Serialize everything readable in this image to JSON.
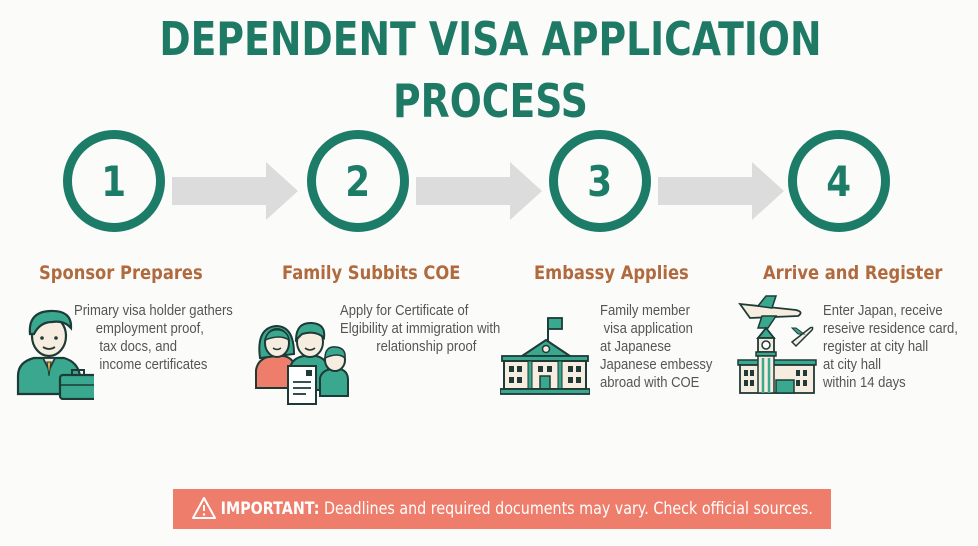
{
  "title": "DEPENDENT VISA APPLICATION PROCESS",
  "colors": {
    "accent": "#1c7c67",
    "step_title": "#b06a3e",
    "arrow": "#dcdcdc",
    "banner": "#ef7d6b",
    "icon_fill": "#3aa88f"
  },
  "steps": [
    {
      "number": "1",
      "title": "Sponsor Prepares",
      "description": "Primary visa holder gathers\n      employment proof,\n       tax docs, and\n       income certificates",
      "icon": "businessman-with-briefcase-icon"
    },
    {
      "number": "2",
      "title": "Family Subbits COE",
      "description": "Apply for Certificate of\nElgibility at immigration with\n          relationship proof",
      "icon": "family-with-document-icon"
    },
    {
      "number": "3",
      "title": "Embassy Applies",
      "description": "Family member\n visa application\nat Japanese\nJapanese embessy\nabroad with COE",
      "icon": "embassy-building-icon"
    },
    {
      "number": "4",
      "title": "Arrive and Register",
      "description": "Enter Japan, receive\nreseive residence card,\nregister at city hall\nat city hall\nwithin 14 days",
      "icon": "airplane-city-hall-icon"
    }
  ],
  "banner": {
    "icon": "warning-icon",
    "label": "IMPORTANT:",
    "text": " Deadlines and required documents may vary. Check official sources."
  }
}
